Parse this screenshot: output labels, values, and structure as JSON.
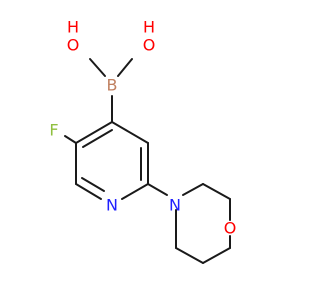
{
  "molecule": {
    "atoms": {
      "o_left": "O",
      "h_left": "H",
      "o_right": "O",
      "h_right": "H",
      "boron": "B",
      "fluorine": "F",
      "ring_nitrogen": "N",
      "morpholine_nitrogen": "N",
      "morpholine_oxygen": "O"
    },
    "colors": {
      "bond": "#1a1a1a",
      "oxygen": "#ff0000",
      "hydrogen_on_oxygen": "#ff0000",
      "boron": "#c08060",
      "fluorine": "#8fbf3f",
      "nitrogen": "#2020ff"
    }
  }
}
